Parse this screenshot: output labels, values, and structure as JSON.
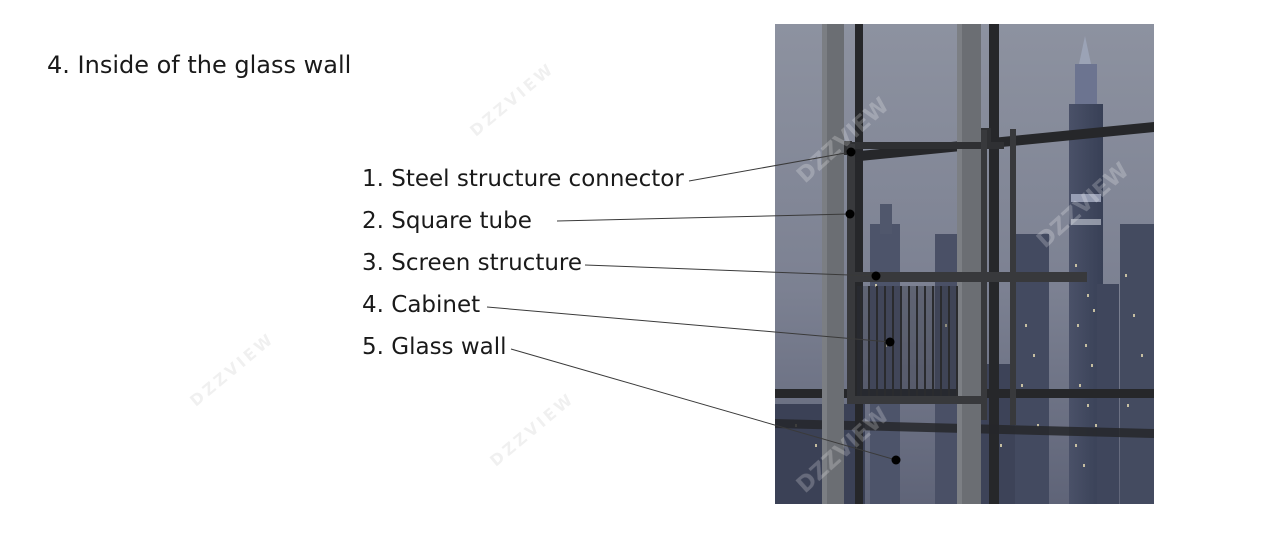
{
  "heading": "4. Inside of the glass wall",
  "labels": [
    "1. Steel structure connector",
    "2. Square tube",
    "3. Screen structure",
    "4. Cabinet",
    "5. Glass wall"
  ],
  "watermark": "DZZVIEW",
  "colors": {
    "sky": "#7f8394",
    "steel": "#6c6f73",
    "frame": "#2a2b2e",
    "leader": "#3a3a3a",
    "dot": "#000000"
  }
}
